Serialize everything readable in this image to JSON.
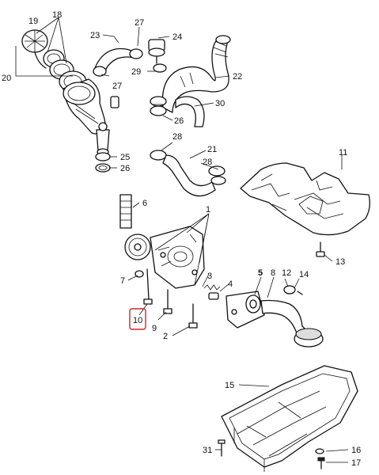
{
  "callouts": {
    "c1": "1",
    "c2": "2",
    "c3": "3",
    "c4": "4",
    "c5": "5",
    "c6": "6",
    "c7": "7",
    "c8": "8",
    "c9": "9",
    "c10": "10",
    "c11": "11",
    "c12": "12",
    "c13": "13",
    "c14": "14",
    "c15": "15",
    "c16": "16",
    "c17": "17",
    "c18": "18",
    "c19": "19",
    "c20": "20",
    "c21": "21",
    "c22": "22",
    "c23": "23",
    "c24": "24",
    "c25a": "25",
    "c26a": "26",
    "c26b": "26",
    "c27a": "27",
    "c27b": "27",
    "c28a": "28",
    "c28b": "28",
    "c29": "29",
    "c30": "30",
    "c31": "31"
  },
  "highlight": {
    "callout": "10",
    "color": "#d2232a"
  }
}
